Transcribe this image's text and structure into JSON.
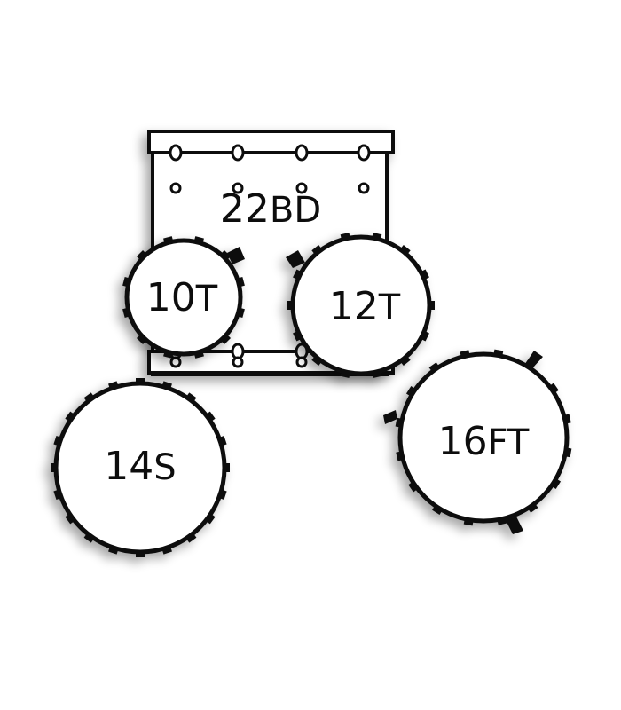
{
  "diagram": {
    "drums": [
      {
        "id": "bass",
        "number": "22",
        "suffix": "BD"
      },
      {
        "id": "tom1",
        "number": "10",
        "suffix": "T"
      },
      {
        "id": "tom2",
        "number": "12",
        "suffix": "T"
      },
      {
        "id": "snare",
        "number": "14",
        "suffix": "S"
      },
      {
        "id": "floor",
        "number": "16",
        "suffix": "FT"
      }
    ]
  }
}
